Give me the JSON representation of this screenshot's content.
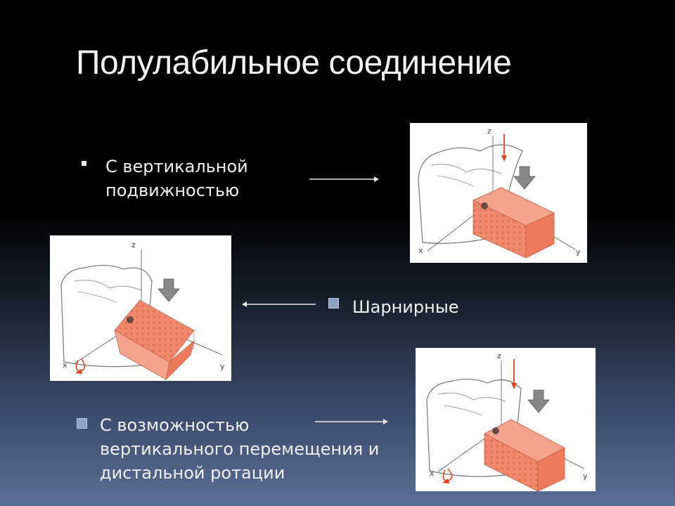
{
  "slide": {
    "title": "Полулабильное соединение"
  },
  "bullets": [
    {
      "line1": "С вертикальной",
      "line2": "подвижностью"
    },
    {
      "line1": "Шарнирные"
    },
    {
      "line1": "С возможностью",
      "line2": "вертикального перемещения и",
      "line3": "дистальной ротации"
    }
  ],
  "figures": [
    {
      "axis_z": "z",
      "axis_x": "x",
      "axis_y": "y"
    },
    {
      "axis_z": "z",
      "axis_x": "x",
      "axis_y": "y"
    },
    {
      "axis_z": "z",
      "axis_x": "x",
      "axis_y": "y"
    }
  ],
  "colors": {
    "block_fill": "#f08a6e",
    "red_arrow": "#e0441c"
  }
}
